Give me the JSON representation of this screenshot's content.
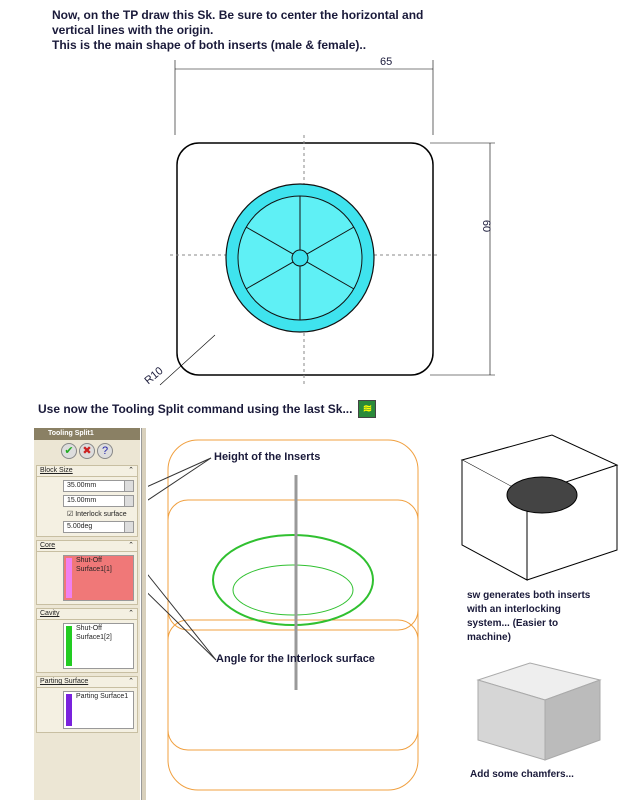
{
  "intro": [
    "Now, on the TP draw this Sk. Be sure to center the horizontal and",
    "vertical lines with the origin.",
    "This is the main shape of both inserts (male & female).."
  ],
  "sketch": {
    "dim_width": "65",
    "dim_height": "60",
    "dim_radius": "R10"
  },
  "step2": "Use now the Tooling Split command using the last Sk...",
  "panel": {
    "title": "Tooling Split1",
    "ok": "✔",
    "cancel": "✖",
    "help": "?",
    "block_size": {
      "title": "Block Size",
      "depth1": "35.00mm",
      "depth2": "15.00mm",
      "interlock": "Interlock surface",
      "angle": "5.00deg"
    },
    "core": {
      "title": "Core",
      "item": "Shut-Off Surface1[1]",
      "color": "#f07878"
    },
    "cavity": {
      "title": "Cavity",
      "item": "Shut-Off Surface1[2]",
      "color": "#22cc22"
    },
    "parting": {
      "title": "Parting Surface",
      "item": "Parting Surface1",
      "color": "#7a22dd"
    }
  },
  "callouts": {
    "height": "Height of the Inserts",
    "angle": "Angle for the Interlock surface"
  },
  "notes": {
    "generates": [
      "sw generates both inserts",
      "with an interlocking",
      "system... (Easier to",
      "machine)"
    ],
    "chamfers": "Add some chamfers..."
  }
}
